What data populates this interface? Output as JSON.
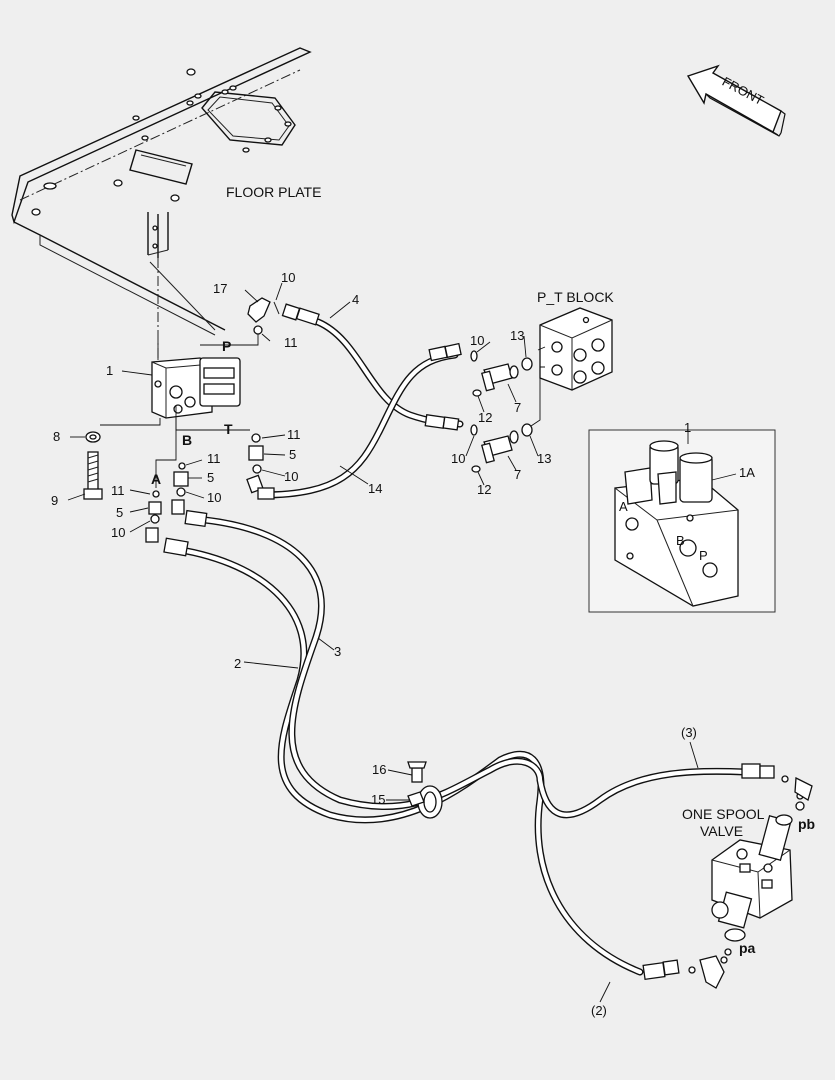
{
  "labels": {
    "floor_plate": "FLOOR PLATE",
    "front": "FRONT",
    "pt_block": "P_T BLOCK",
    "one_spool_1": "ONE SPOOL",
    "one_spool_2": "VALVE",
    "port_p": "P",
    "port_t": "T",
    "port_a": "A",
    "port_b": "B",
    "port_pa": "pa",
    "port_pb": "pb"
  },
  "callouts": {
    "c1": "1",
    "c1_inset": "1",
    "c1a": "1A",
    "c2": "2",
    "c3": "3",
    "c4": "4",
    "c5_a": "5",
    "c5_b": "5",
    "c5_c": "5",
    "c7_a": "7",
    "c7_b": "7",
    "c8": "8",
    "c9": "9",
    "c10_a": "10",
    "c10_b": "10",
    "c10_c": "10",
    "c10_d": "10",
    "c10_e": "10",
    "c10_f": "10",
    "c11_a": "11",
    "c11_b": "11",
    "c11_c": "11",
    "c11_d": "11",
    "c12_a": "12",
    "c12_b": "12",
    "c13_a": "13",
    "c13_b": "13",
    "c14": "14",
    "c15": "15",
    "c16": "16",
    "c17": "17",
    "c2_paren": "(2)",
    "c3_paren": "(3)"
  },
  "inset_ports": {
    "a": "A",
    "b": "B",
    "p": "P"
  }
}
